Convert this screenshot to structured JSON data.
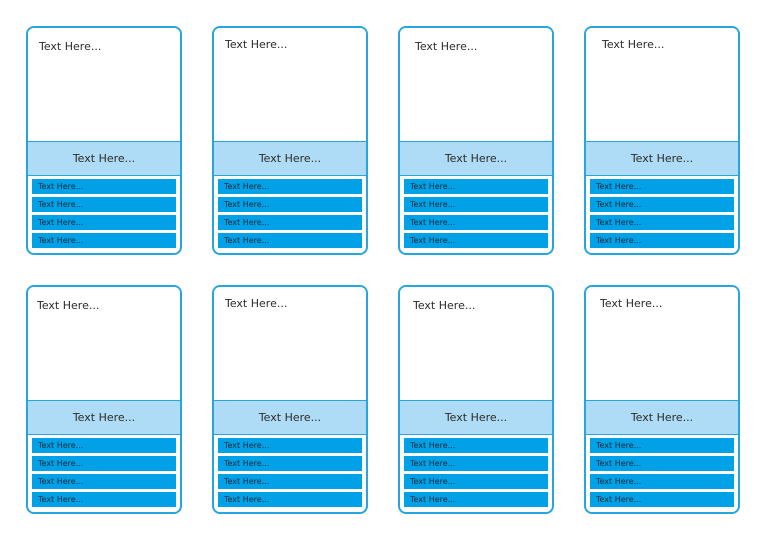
{
  "cards": [
    {
      "top": "Text Here...",
      "mid": "Text Here...",
      "rows": [
        "Text Here...",
        "Text Here...",
        "Text Here...",
        "Text Here..."
      ]
    },
    {
      "top": "Text Here...",
      "mid": "Text Here...",
      "rows": [
        "Text Here...",
        "Text Here...",
        "Text Here...",
        "Text Here..."
      ]
    },
    {
      "top": "Text Here...",
      "mid": "Text Here...",
      "rows": [
        "Text Here...",
        "Text Here...",
        "Text Here...",
        "Text Here..."
      ]
    },
    {
      "top": "Text Here...",
      "mid": "Text Here...",
      "rows": [
        "Text Here...",
        "Text Here...",
        "Text Here...",
        "Text Here..."
      ]
    },
    {
      "top": "Text Here...",
      "mid": "Text Here...",
      "rows": [
        "Text Here...",
        "Text Here...",
        "Text Here...",
        "Text Here..."
      ]
    },
    {
      "top": "Text Here...",
      "mid": "Text Here...",
      "rows": [
        "Text Here...",
        "Text Here...",
        "Text Here...",
        "Text Here..."
      ]
    },
    {
      "top": "Text Here...",
      "mid": "Text Here...",
      "rows": [
        "Text Here...",
        "Text Here...",
        "Text Here...",
        "Text Here..."
      ]
    },
    {
      "top": "Text Here...",
      "mid": "Text Here...",
      "rows": [
        "Text Here...",
        "Text Here...",
        "Text Here...",
        "Text Here..."
      ]
    }
  ],
  "colors": {
    "border": "#27a6dd",
    "mid_band": "#aedcf6",
    "row_fill": "#00a1e6",
    "text": "#2b2b2b"
  }
}
